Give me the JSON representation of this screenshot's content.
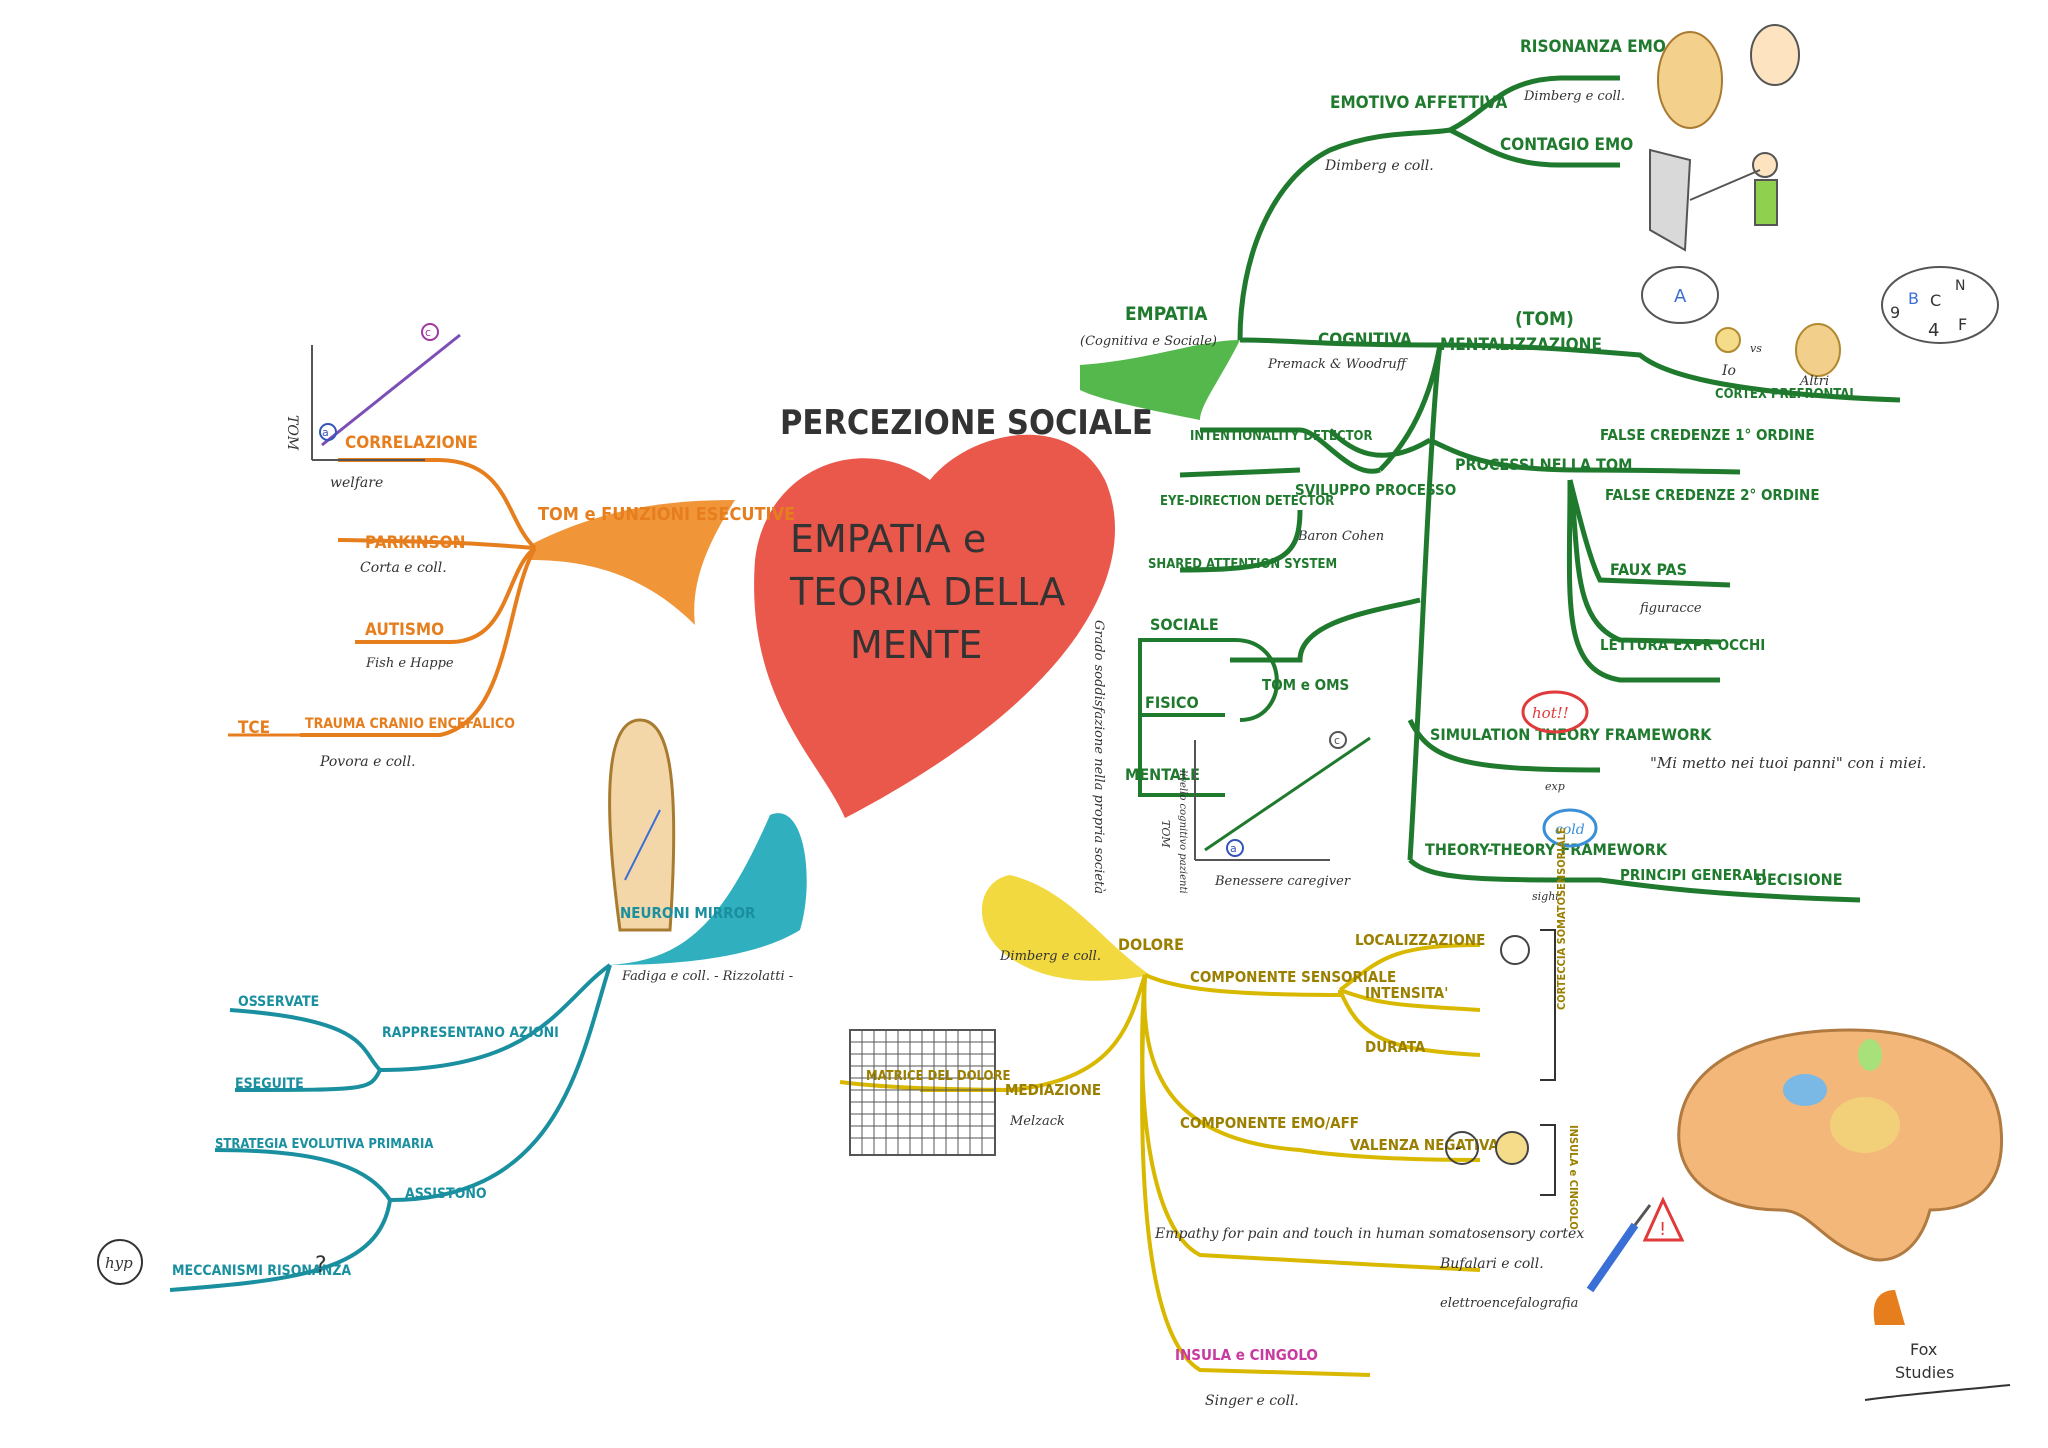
{
  "center": {
    "title": "PERCEZIONE SOCIALE",
    "subtitle_line1": "EMPATIA e",
    "subtitle_line2": "TEORIA DELLA",
    "subtitle_line3": "MENTE"
  },
  "orange_branch": {
    "hub": "TOM e FUNZIONI ESECUTIVE",
    "chart_ylabel": "TOM",
    "chart_xlabel": "welfare",
    "chart_marker_a": "a",
    "chart_marker_c": "c",
    "items": [
      {
        "label": "CORRELAZIONE",
        "note": ""
      },
      {
        "label": "PARKINSON",
        "note": "Corta e coll."
      },
      {
        "label": "AUTISMO",
        "note": "Fish e Happe"
      },
      {
        "label": "TRAUMA CRANIO ENCEFALICO",
        "note": "Povora e coll."
      }
    ],
    "tce": "TCE"
  },
  "green_branch": {
    "root": "EMPATIA",
    "root_note": "(Cognitiva e Sociale)",
    "emotiva": "EMOTIVO AFFETTIVA",
    "emotiva_note": "Dimberg e coll.",
    "risonanza": "RISONANZA EMO",
    "risonanza_note": "Dimberg e coll.",
    "contagio": "CONTAGIO EMO",
    "cognitiva": "COGNITIVA",
    "cognitiva_note": "Premack & Woodruff",
    "tom_label": "(TOM)",
    "mentalizzazione": "MENTALIZZAZIONE",
    "cortex": "CORTEX PREFRONTAL",
    "io": "Io",
    "vs": "vs",
    "altri": "Altri",
    "bubble_a": "A",
    "bubble_letters": [
      "9",
      "B",
      "C",
      "N",
      "4",
      "F"
    ],
    "intentionality": "INTENTIONALITY DETECTOR",
    "eye_direction": "EYE-DIRECTION DETECTOR",
    "shared": "SHARED ATTENTION SYSTEM",
    "sviluppo": "SVILUPPO PROCESSO",
    "sviluppo_note": "Baron Cohen",
    "processi": "PROCESSI NELLA TOM",
    "false1": "FALSE CREDENZE 1° ORDINE",
    "false2": "FALSE CREDENZE 2° ORDINE",
    "faux_pas": "FAUX PAS",
    "faux_note": "figuracce",
    "lettura": "LETTURA EXPR OCCHI",
    "sociale": "SOCIALE",
    "fisico": "FISICO",
    "mentale": "MENTALE",
    "side_note": "Grado soddisfazione nella propria società",
    "tom_oms": "TOM e OMS",
    "chart2_xlabel": "Benessere caregiver",
    "chart2_ylabel": "TOM",
    "chart2_ylabel2": "livello cognitivo pazienti",
    "chart2_marker_a": "a",
    "chart2_marker_c": "c",
    "simulation": "SIMULATION THEORY FRAMEWORK",
    "simulation_note": "exp",
    "hot": "hot!!",
    "quote": "\"Mi metto nei tuoi panni\" con i miei.",
    "theory": "THEORY-THEORY FRAMEWORK",
    "theory_note": "sight",
    "cold": "cold",
    "principi": "PRINCIPI GENERALI",
    "decisione": "DECISIONE"
  },
  "yellow_branch": {
    "root": "DOLORE",
    "root_note": "Dimberg e coll.",
    "sensoriale": "COMPONENTE SENSORIALE",
    "localizzazione": "LOCALIZZAZIONE",
    "intensita": "INTENSITA'",
    "durata": "DURATA",
    "side1": "CORTECCIA SOMATOSENSORIALE",
    "mediazione": "MEDIAZIONE",
    "mediazione_note": "Melzack",
    "matrice": "MATRICE DEL DOLORE",
    "emo": "COMPONENTE EMO/AFF",
    "valenza": "VALENZA NEGATIVA",
    "minus": "-",
    "side2": "INSULA e CINGOLO",
    "empathy": "Empathy for pain and touch in human somatosensory cortex",
    "bufalari": "Bufalari e coll.",
    "eeg": "elettroencefalografia",
    "insula": "INSULA e CINGOLO",
    "insula_note": "Singer e coll."
  },
  "teal_branch": {
    "root": "NEURONI MIRROR",
    "root_note": "Fadiga e coll. - Rizzolatti -",
    "rappresentano": "RAPPRESENTANO AZIONI",
    "osservate": "OSSERVATE",
    "eseguite": "ESEGUITE",
    "assistono": "ASSISTONO",
    "strategia": "STRATEGIA EVOLUTIVA PRIMARIA",
    "meccanismi": "MECCANISMI RISONANZA",
    "hyp": "hyp",
    "q": "?"
  },
  "logo": {
    "line1": "Fox",
    "line2": "Studies"
  }
}
